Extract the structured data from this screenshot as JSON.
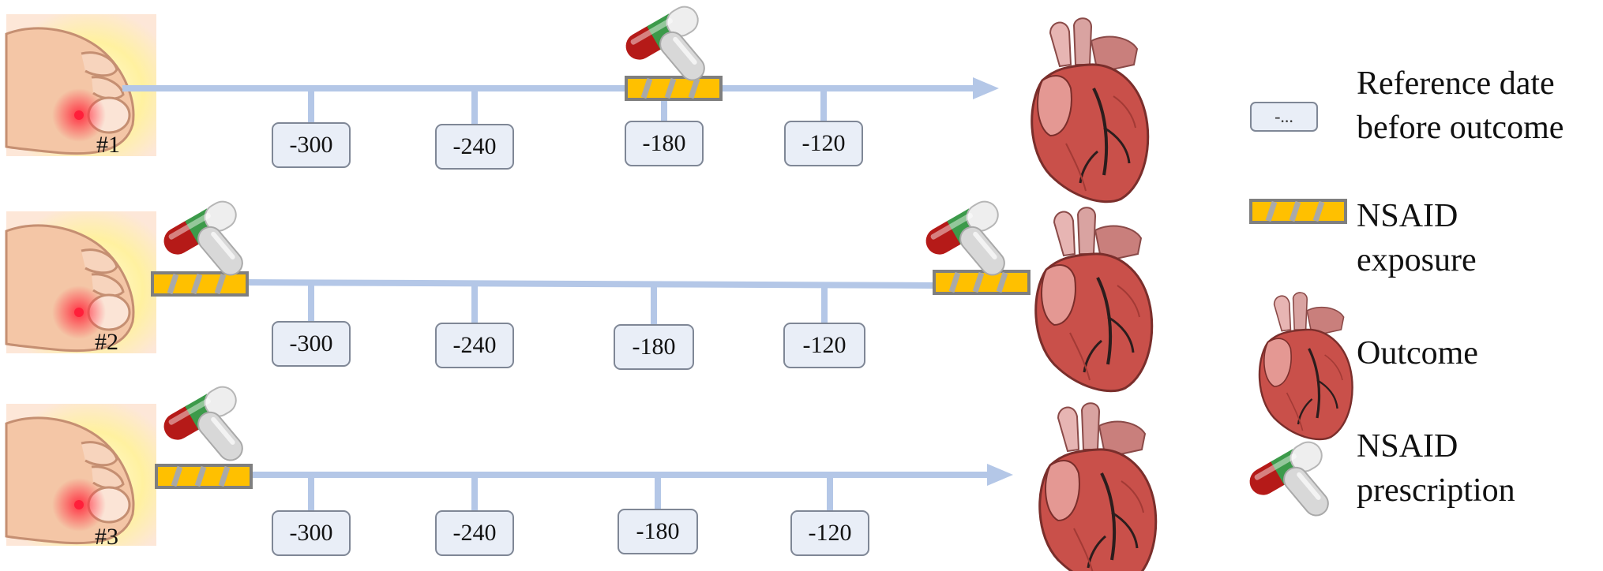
{
  "patients": [
    {
      "id": "#1",
      "ticks": [
        "-300",
        "-240",
        "-180",
        "-120"
      ],
      "outcome_reached": false,
      "exposures": [
        "before -180"
      ]
    },
    {
      "id": "#2",
      "ticks": [
        "-300",
        "-240",
        "-180",
        "-120"
      ],
      "outcome_reached": true,
      "exposures": [
        "start",
        "at outcome"
      ]
    },
    {
      "id": "#3",
      "ticks": [
        "-300",
        "-240",
        "-180",
        "-120"
      ],
      "outcome_reached": false,
      "exposures": [
        "start"
      ]
    }
  ],
  "legend": {
    "reference_box_text": "-...",
    "reference_label_1": "Reference date",
    "reference_label_2": "before outcome",
    "nsaid_exposure_1": "NSAID",
    "nsaid_exposure_2": "exposure",
    "outcome": "Outcome",
    "nsaid_prescription_1": "NSAID",
    "nsaid_prescription_2": "prescription"
  },
  "colors": {
    "timeline": "#b4c7e7",
    "tick_box_fill": "#e9eef7",
    "tick_box_border": "#7f8796",
    "exposure_fill": "#ffc000",
    "exposure_border": "#7f7f7f",
    "heart": "#c9504a",
    "foot_glow": "#fff2a8"
  },
  "icons": {
    "foot": "inflamed-toe-icon",
    "heart": "heart-icon",
    "pill": "pill-capsule-icon"
  }
}
